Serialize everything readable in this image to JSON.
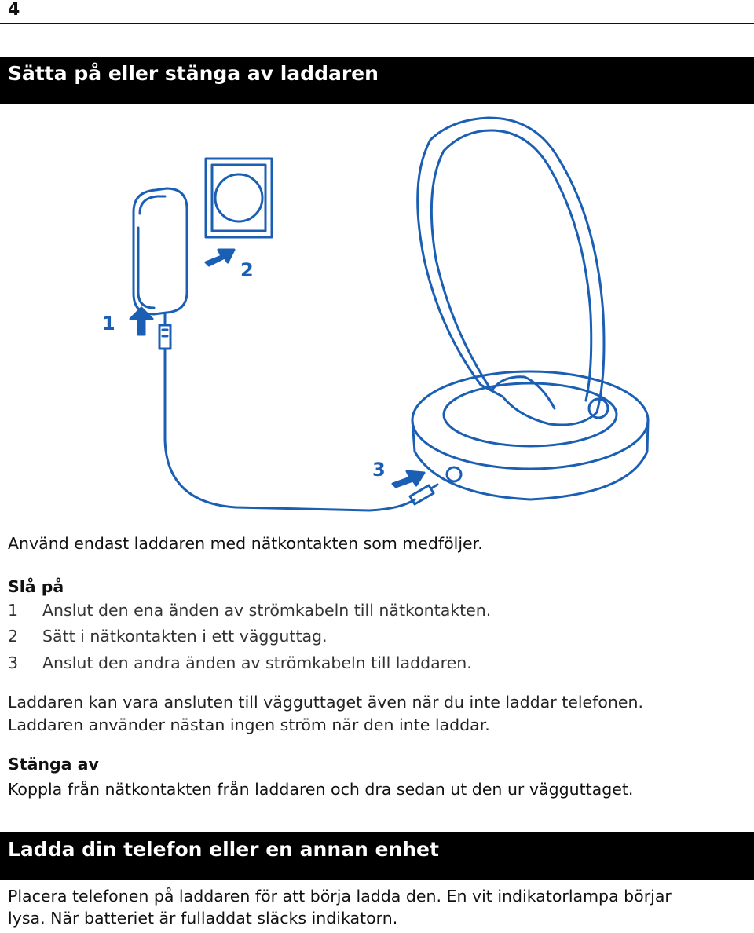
{
  "page_number": "4",
  "section1": {
    "title": "Sätta på eller stänga av laddaren"
  },
  "illustration": {
    "labels": [
      "1",
      "2",
      "3"
    ],
    "line_color": "#1b5fb5"
  },
  "intro": "Använd endast laddaren med nätkontakten som medföljer.",
  "turn_on": {
    "heading": "Slå på",
    "steps": [
      {
        "num": "1",
        "text": "Anslut den ena änden av strömkabeln till nätkontakten."
      },
      {
        "num": "2",
        "text": "Sätt i nätkontakten i ett vägguttag."
      },
      {
        "num": "3",
        "text": "Anslut den andra änden av strömkabeln till laddaren."
      }
    ]
  },
  "note": [
    "Laddaren kan vara ansluten till vägguttaget även när du inte laddar telefonen.",
    "Laddaren använder nästan ingen ström när den inte laddar."
  ],
  "turn_off": {
    "heading": "Stänga av",
    "text": "Koppla från nätkontakten från laddaren och dra sedan ut den ur vägguttaget."
  },
  "section2": {
    "title": "Ladda din telefon eller en annan enhet",
    "lines": [
      "Placera telefonen på laddaren för att börja ladda den. En vit indikatorlampa börjar",
      "lysa. När batteriet är fulladdat släcks indikatorn."
    ]
  }
}
